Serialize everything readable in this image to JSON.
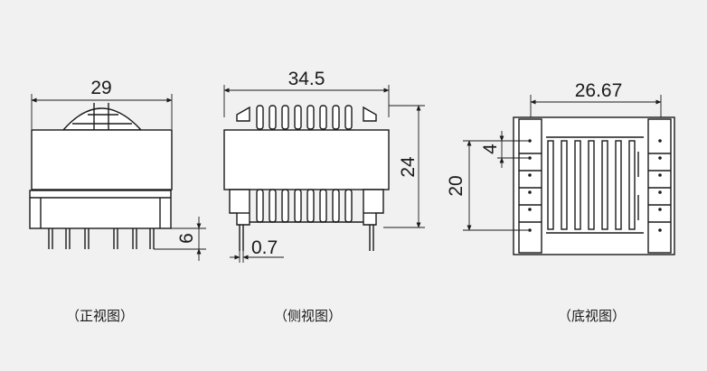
{
  "views": {
    "front": {
      "caption": "（正视图）",
      "width_dim": "29",
      "pin_dim": "6"
    },
    "side": {
      "caption": "（侧视图）",
      "width_dim": "34.5",
      "height_dim": "24",
      "pin_dim": "0.7"
    },
    "bottom": {
      "caption": "（底视图）",
      "width_dim": "26.67",
      "height_dim": "20",
      "pitch_dim": "4"
    }
  },
  "colors": {
    "line": "#1a1a1a",
    "background": "#f1f1f1",
    "fill": "#ffffff"
  }
}
